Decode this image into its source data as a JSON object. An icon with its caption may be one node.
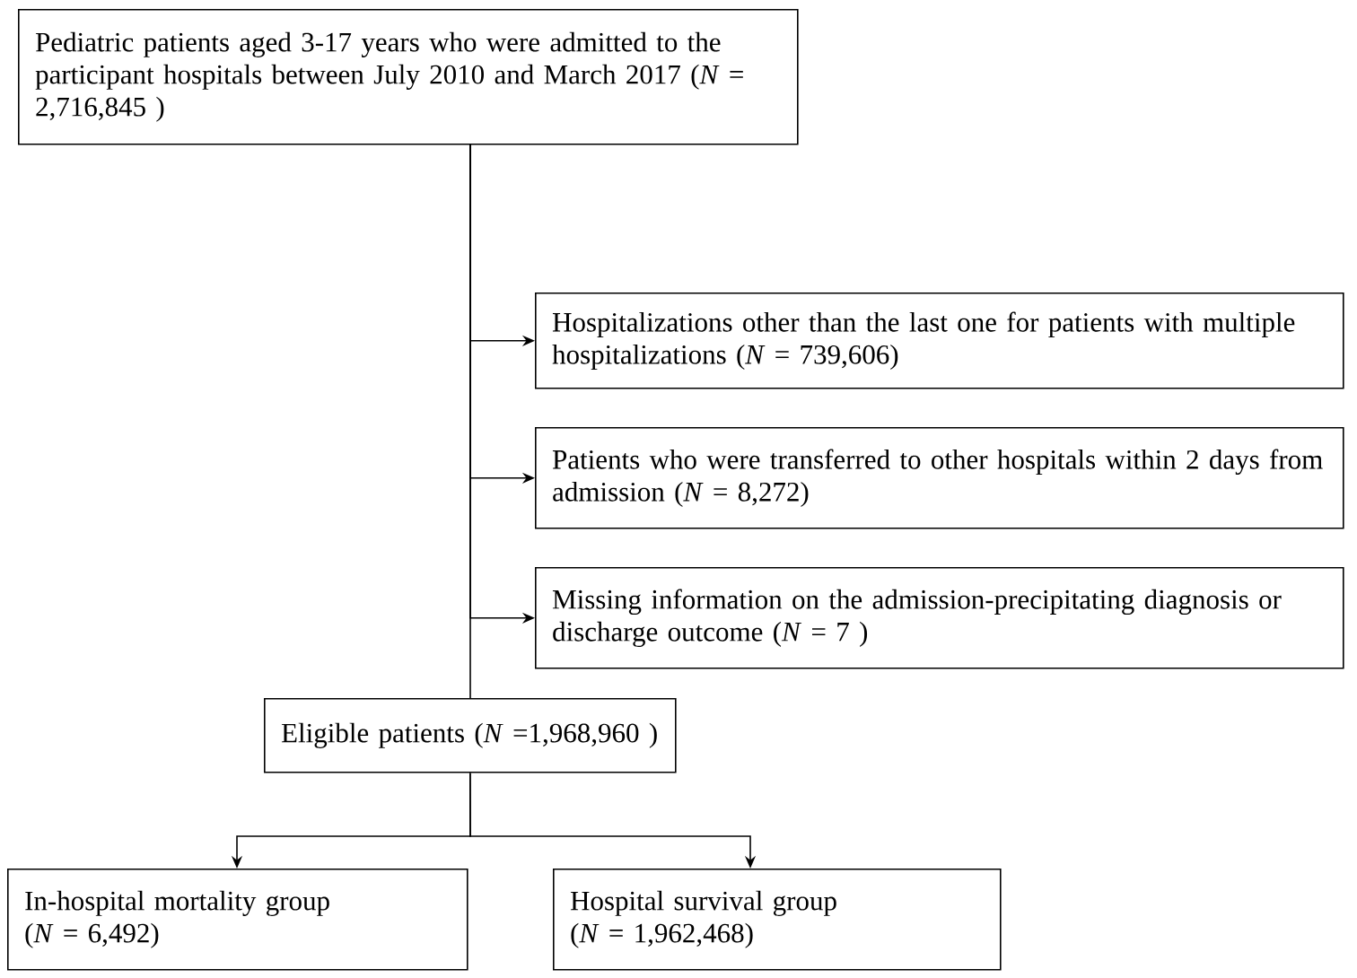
{
  "diagram": {
    "nodes": [
      {
        "text": [
          "Pediatric patients aged 3-17 years who were admitted to the participant hospitals between July 2010 and March 2017 (*N* = 2,716,845 )"
        ]
      },
      {
        "text": [
          "Hospitalizations other than the last one for patients with multiple hospitalizations (*N* = 739,606)"
        ]
      },
      {
        "text": [
          "Patients who were transferred to other hospitals within 2 days from admission (*N* = 8,272)"
        ]
      },
      {
        "text": [
          "Missing information on the admission-precipitating diagnosis or discharge outcome (*N* = 7 )"
        ]
      },
      {
        "text": [
          "Eligible patients (*N* =1,968,960 )"
        ]
      },
      {
        "text": [
          "In-hospital mortality group (*N* = 6,492)"
        ]
      },
      {
        "text": [
          "Hospital survival group (*N* = 1,962,468)"
        ]
      }
    ],
    "edges": [
      {
        "from": 0,
        "to": 1,
        "arrow": "to"
      },
      {
        "from": 0,
        "to": 2,
        "arrow": "to"
      },
      {
        "from": 0,
        "to": 3,
        "arrow": "to"
      },
      {
        "from": 0,
        "to": 4,
        "arrow": "none"
      },
      {
        "from": 4,
        "to": 5,
        "arrow": "to"
      },
      {
        "from": 4,
        "to": 6,
        "arrow": "to"
      }
    ]
  }
}
